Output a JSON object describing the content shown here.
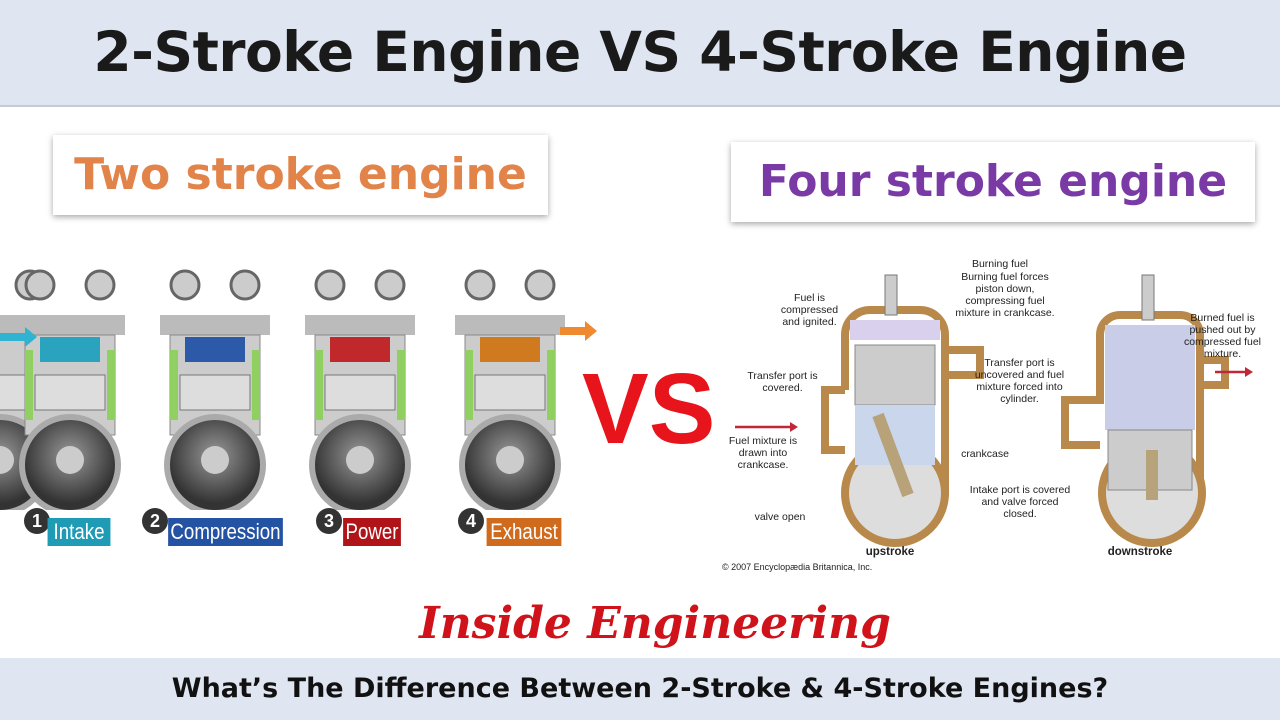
{
  "header": {
    "title": "2-Stroke Engine VS 4-Stroke Engine"
  },
  "left_panel": {
    "title": "Two stroke engine",
    "stages": [
      {
        "num": "1",
        "label": "Intake",
        "color": "#1f9bb5"
      },
      {
        "num": "2",
        "label": "Compression",
        "color": "#2553a3"
      },
      {
        "num": "3",
        "label": "Power",
        "color": "#b01418"
      },
      {
        "num": "4",
        "label": "Exhaust",
        "color": "#d06a1c"
      }
    ]
  },
  "vs": "VS",
  "right_panel": {
    "title": "Four stroke engine",
    "labels": {
      "burning_top": "Burning fuel",
      "burning": "Burning fuel forces piston down, compressing fuel mixture in crankcase.",
      "fuel_compressed": "Fuel is compressed and ignited.",
      "transfer_covered": "Transfer port is covered.",
      "fuel_mixture": "Fuel mixture is drawn into crankcase.",
      "valve_open": "valve open",
      "crankcase": "crankcase",
      "transfer_uncovered": "Transfer port is uncovered and fuel mixture forced into cylinder.",
      "intake_port": "Intake port is covered and valve forced closed.",
      "burned_fuel": "Burned fuel is pushed out by compressed fuel mixture.",
      "upstroke": "upstroke",
      "downstroke": "downstroke",
      "copyright": "© 2007 Encyclopædia Britannica, Inc."
    }
  },
  "brand": "Inside Engineering",
  "footer": {
    "text": "What’s The Difference Between 2-Stroke & 4-Stroke Engines?"
  }
}
